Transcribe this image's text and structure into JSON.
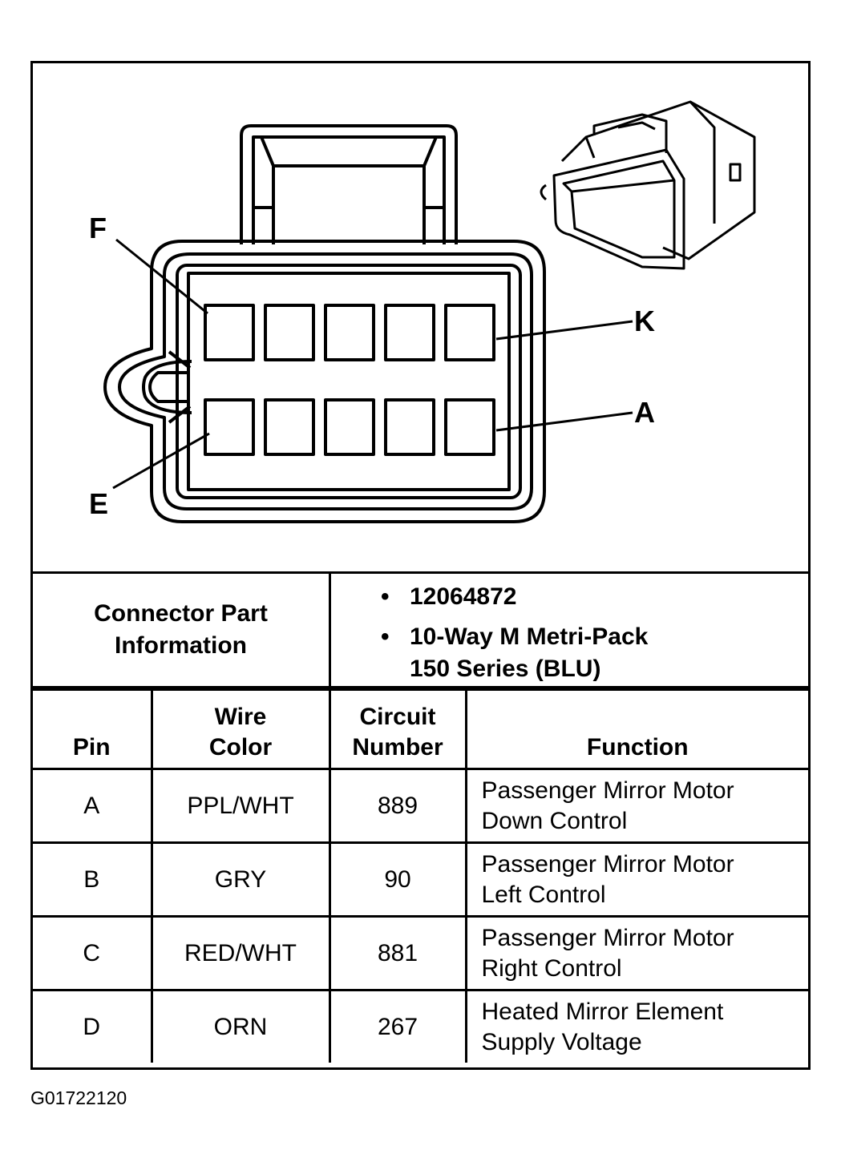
{
  "pin_labels": {
    "top_left": "F",
    "top_right": "K",
    "bottom_left": "E",
    "bottom_right": "A"
  },
  "connector_info": {
    "label_line1": "Connector Part",
    "label_line2": "Information",
    "bullet": "•",
    "part_number": "12064872",
    "description_line1": "10-Way M Metri-Pack",
    "description_line2": "150 Series (BLU)"
  },
  "table": {
    "headers": {
      "pin": "Pin",
      "wire_color_line1": "Wire",
      "wire_color_line2": "Color",
      "circuit_line1": "Circuit",
      "circuit_line2": "Number",
      "function": "Function"
    },
    "rows": [
      {
        "pin": "A",
        "color": "PPL/WHT",
        "circuit": "889",
        "function_line1": "Passenger Mirror Motor",
        "function_line2": "Down Control"
      },
      {
        "pin": "B",
        "color": "GRY",
        "circuit": "90",
        "function_line1": "Passenger Mirror Motor",
        "function_line2": "Left Control"
      },
      {
        "pin": "C",
        "color": "RED/WHT",
        "circuit": "881",
        "function_line1": "Passenger Mirror Motor",
        "function_line2": "Right Control"
      },
      {
        "pin": "D",
        "color": "ORN",
        "circuit": "267",
        "function_line1": "Heated Mirror Element",
        "function_line2": "Supply Voltage"
      }
    ]
  },
  "figure_id": "G01722120"
}
